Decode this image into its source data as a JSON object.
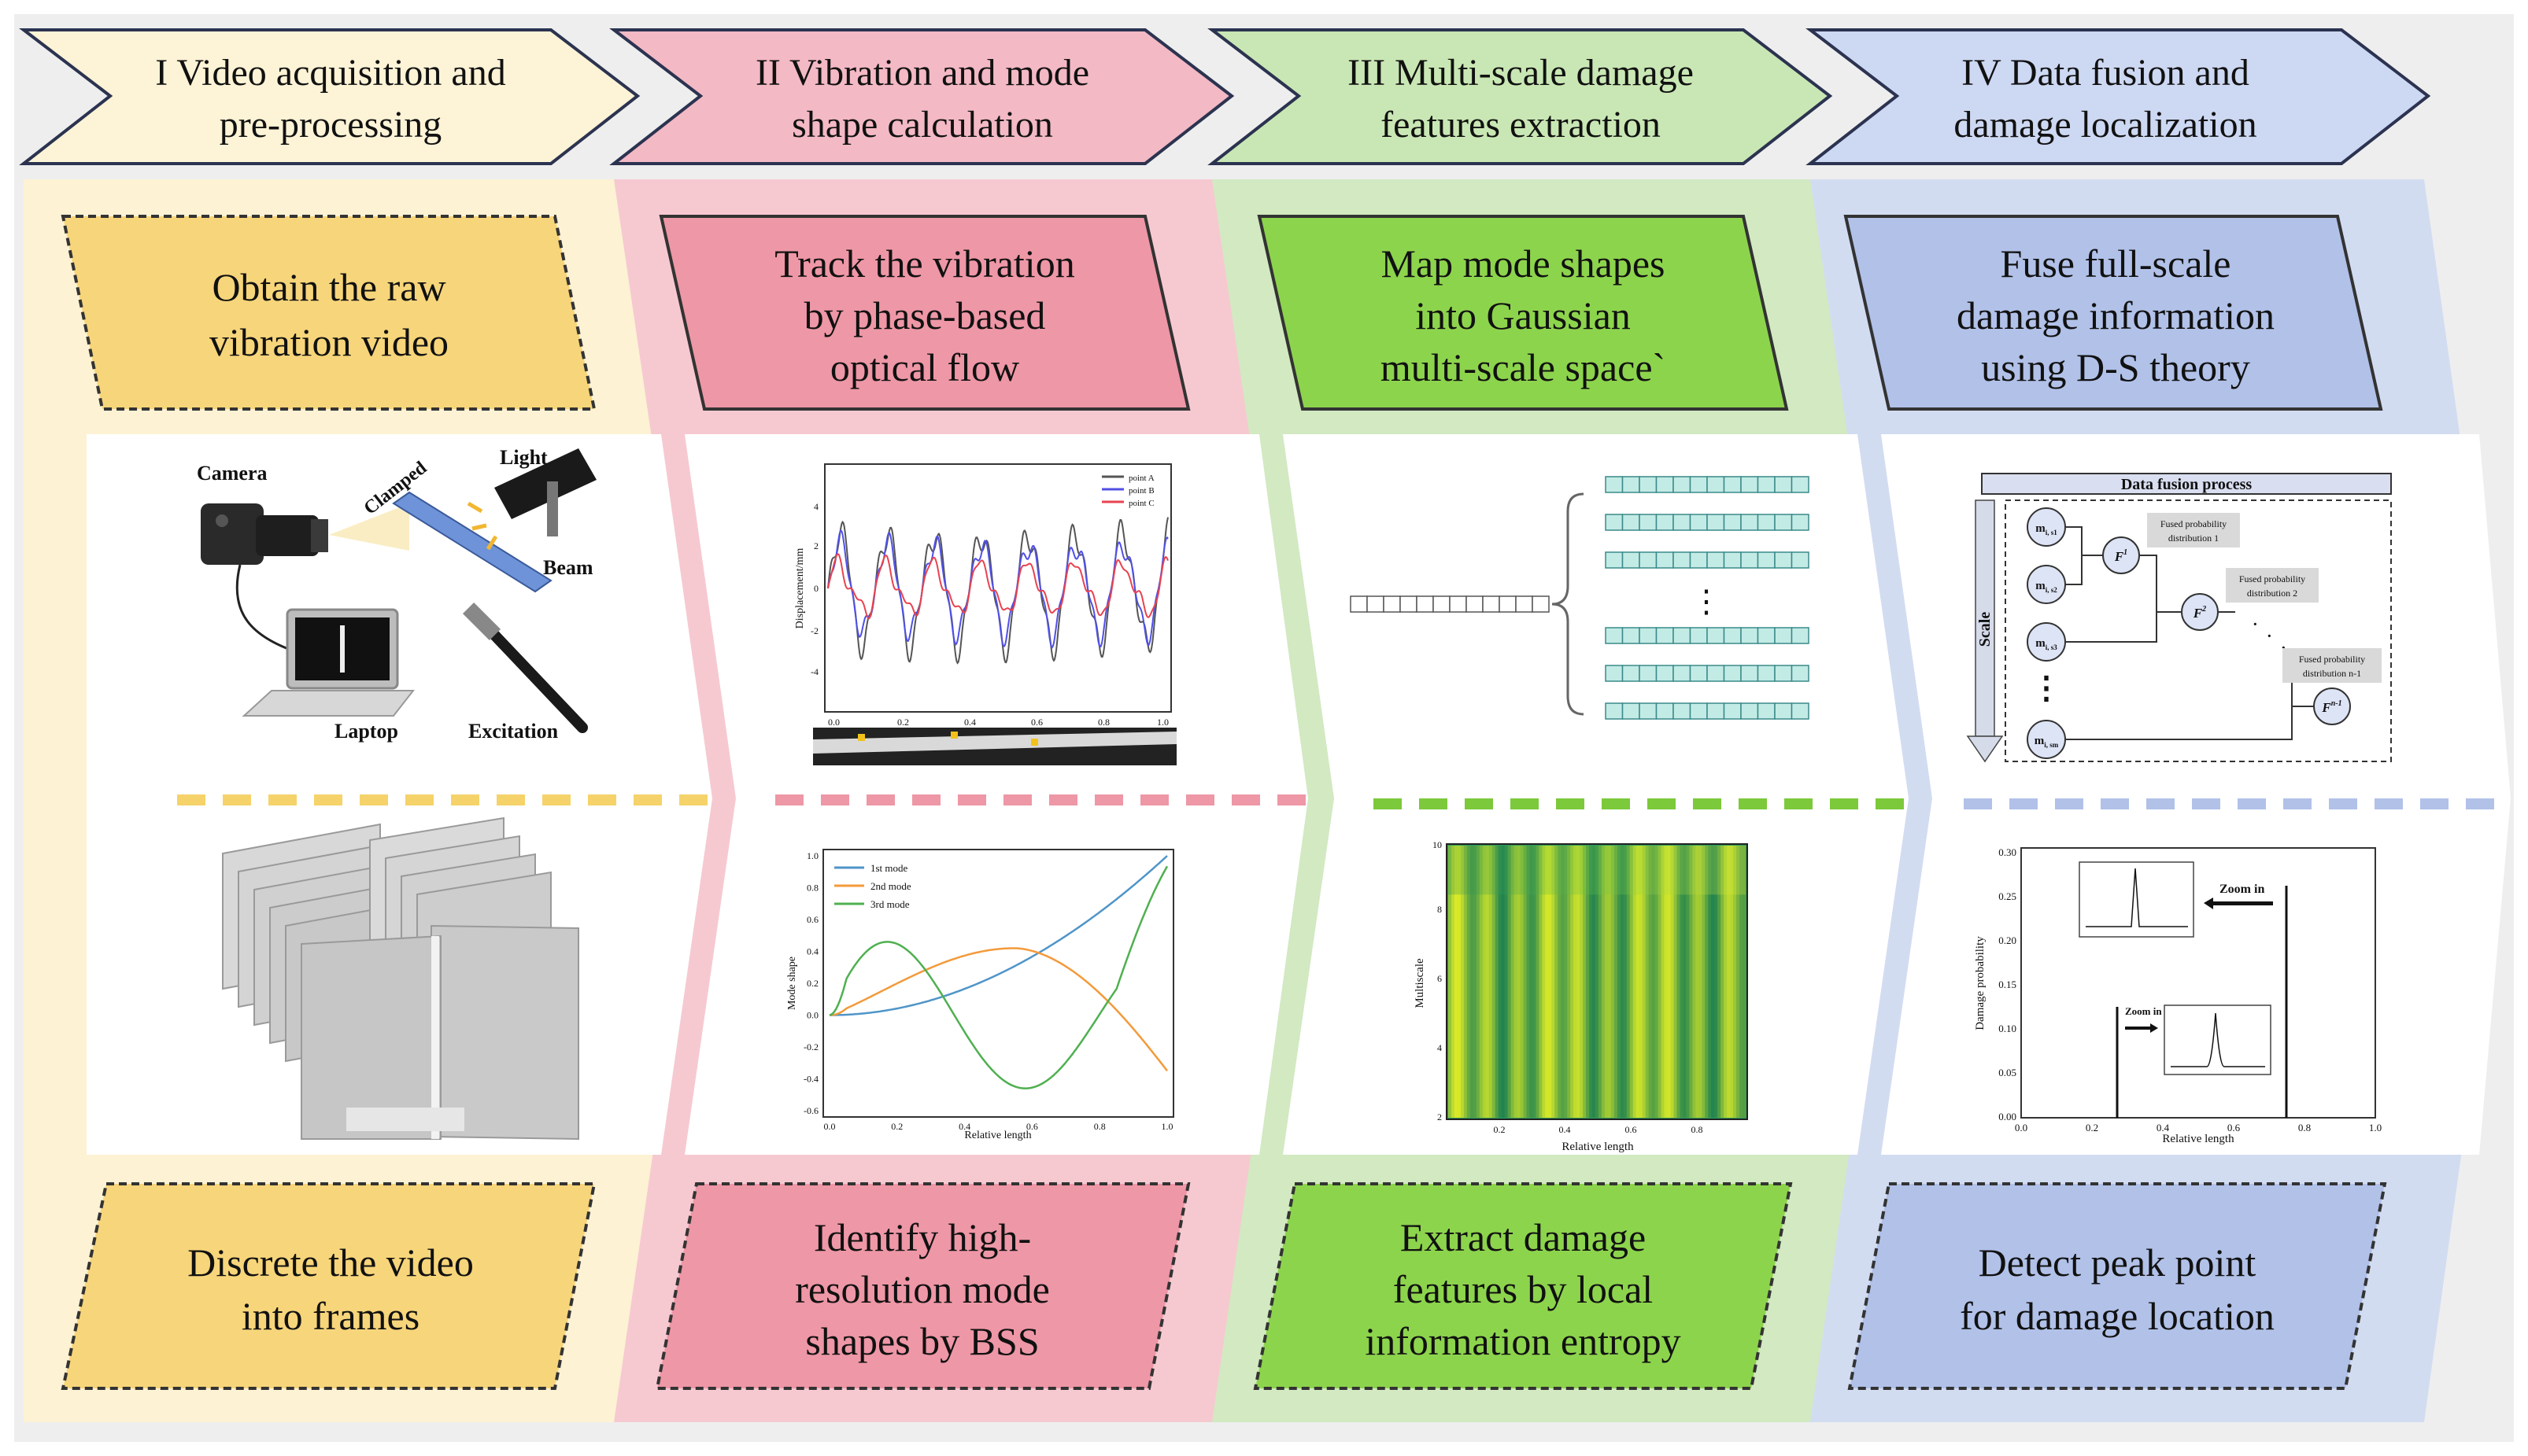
{
  "stages": [
    {
      "header": [
        "I  Video acquisition and",
        "pre-processing"
      ],
      "top_box": [
        "Obtain the raw",
        "vibration video"
      ],
      "bottom_box": [
        "Discrete the video",
        "into frames"
      ],
      "colors": {
        "panel": "#fdf2d4",
        "box": "#f7d57a",
        "header": "#fdf3d6",
        "dash": "#f5d36a"
      }
    },
    {
      "header": [
        "II  Vibration and mode",
        "shape calculation"
      ],
      "top_box": [
        "Track the vibration",
        "by phase-based",
        "optical flow"
      ],
      "bottom_box": [
        "Identify high-",
        "resolution mode",
        "shapes by BSS"
      ],
      "colors": {
        "panel": "#f6c9d1",
        "box": "#ee97a6",
        "header": "#f3b9c4",
        "dash": "#ee97a6"
      }
    },
    {
      "header": [
        "III  Multi-scale damage",
        "features extraction"
      ],
      "top_box": [
        "Map mode shapes",
        "into Gaussian",
        "multi-scale space`"
      ],
      "bottom_box": [
        "Extract damage",
        "features by local",
        "information entropy"
      ],
      "colors": {
        "panel": "#d2e9c2",
        "box": "#8dd44d",
        "header": "#c9e7b4",
        "dash": "#7cc93b"
      }
    },
    {
      "header": [
        "IV  Data fusion and",
        "damage localization"
      ],
      "top_box": [
        "Fuse full-scale",
        "damage information",
        "using  D-S theory"
      ],
      "bottom_box": [
        "Detect peak point",
        "for damage location"
      ],
      "colors": {
        "panel": "#d2dcf1",
        "box": "#b1c1e8",
        "header": "#cdd8f2",
        "dash": "#b1c1e8"
      }
    }
  ],
  "setup_labels": {
    "camera": "Camera",
    "light": "Light",
    "clamped": "Clamped",
    "beam": "Beam",
    "laptop": "Laptop",
    "excitation": "Excitation"
  },
  "vib_chart": {
    "ylabel": "Displacement/mm",
    "yticks": [
      "4",
      "2",
      "0",
      "-2",
      "-4"
    ],
    "xticks": [
      "0.0",
      "0.2",
      "0.4",
      "0.6",
      "0.8",
      "1.0"
    ],
    "legend": [
      "point A",
      "point B",
      "point C"
    ],
    "colors": [
      "#555555",
      "#5050e6",
      "#e8434f"
    ]
  },
  "mode_chart": {
    "type": "line",
    "xlabel": "Relative length",
    "ylabel": "Mode shape",
    "xlim": [
      0,
      1
    ],
    "ylim": [
      -0.6,
      1.0
    ],
    "xticks": [
      "0.0",
      "0.2",
      "0.4",
      "0.6",
      "0.8",
      "1.0"
    ],
    "yticks": [
      "1.0",
      "0.8",
      "0.6",
      "0.4",
      "0.2",
      "0.0",
      "-0.2",
      "-0.4",
      "-0.6"
    ],
    "series": [
      {
        "name": "1st mode",
        "color": "#4f95c9"
      },
      {
        "name": "2nd mode",
        "color": "#f39a3b"
      },
      {
        "name": "3rd mode",
        "color": "#4fb050"
      }
    ]
  },
  "multiscale_chart": {
    "xlabel": "Relative length",
    "ylabel": "Multiscale",
    "yticks": [
      "10",
      "8",
      "6",
      "4",
      "2"
    ],
    "xticks": [
      "0.2",
      "0.4",
      "0.6",
      "0.8"
    ]
  },
  "fusion": {
    "title": "Data fusion process",
    "scale": "Scale",
    "nodes": [
      "m",
      "m",
      "m",
      "m"
    ],
    "node_subs": [
      "i, s1",
      "i, s2",
      "i, s3",
      "i, sm"
    ],
    "f_nodes": [
      "F",
      "F",
      "F"
    ],
    "f_sups": [
      "1",
      "2",
      "n-1"
    ],
    "boxes": [
      [
        "Fused probability",
        "distribution 1"
      ],
      [
        "Fused probability",
        "distribution 2"
      ],
      [
        "Fused probability",
        "distribution n-1"
      ]
    ]
  },
  "prob_chart": {
    "xlabel": "Relative length",
    "ylabel": "Damage probability",
    "yticks": [
      "0.30",
      "0.25",
      "0.20",
      "0.15",
      "0.10",
      "0.05",
      "0.00"
    ],
    "xticks": [
      "0.0",
      "0.2",
      "0.4",
      "0.6",
      "0.8",
      "1.0"
    ],
    "zoom1": "Zoom in",
    "zoom2": "Zoom in"
  },
  "dots": "⋮"
}
